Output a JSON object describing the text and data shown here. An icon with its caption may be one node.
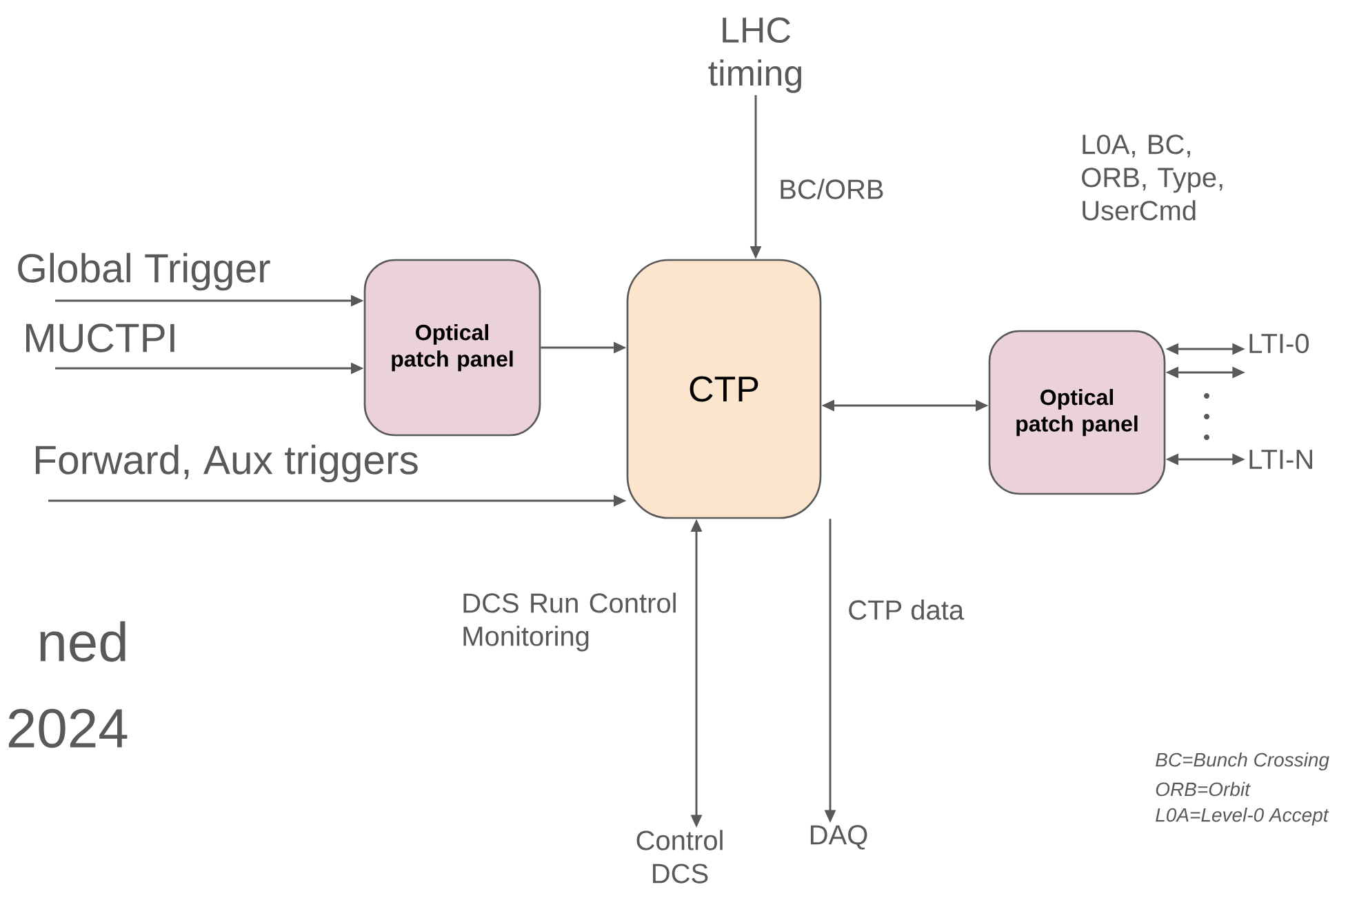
{
  "diagram": {
    "nodes": [
      {
        "text": [
          "LHC timing"
        ]
      },
      {
        "text": [
          "Optical patch panel"
        ]
      },
      {
        "text": [
          "CTP"
        ]
      },
      {
        "text": [
          "Optical patch panel"
        ]
      },
      {
        "text": [
          "LTI-0"
        ]
      },
      {
        "text": [
          "LTI-N"
        ]
      },
      {
        "text": [
          "Control DCS"
        ]
      },
      {
        "text": [
          "DAQ"
        ]
      }
    ],
    "edges": [
      {
        "from": 0,
        "to": 2,
        "arrow": "to",
        "label": "BC/ORB"
      },
      {
        "from": null,
        "to": 1,
        "arrow": "to",
        "label": "Global Trigger"
      },
      {
        "from": null,
        "to": 1,
        "arrow": "to",
        "label": "MUCTPI"
      },
      {
        "from": null,
        "to": 2,
        "arrow": "to",
        "label": "Forward, Aux triggers"
      },
      {
        "from": 1,
        "to": 2,
        "arrow": "to"
      },
      {
        "from": 2,
        "to": 3,
        "arrow": "both"
      },
      {
        "from": 3,
        "to": 4,
        "arrow": "both"
      },
      {
        "from": 3,
        "to": 4,
        "arrow": "both"
      },
      {
        "from": 3,
        "to": 5,
        "arrow": "both"
      },
      {
        "from": 2,
        "to": 6,
        "arrow": "both",
        "label": "DCS Run Control Monitoring"
      },
      {
        "from": 2,
        "to": 7,
        "arrow": "to",
        "label": "CTP data"
      }
    ],
    "labels": [
      "L0A, BC, ORB, Type, UserCmd",
      "BC=Bunch Crossing",
      "ORB=Orbit",
      "L0A=Level-0 Accept",
      "ned",
      "2024"
    ]
  }
}
